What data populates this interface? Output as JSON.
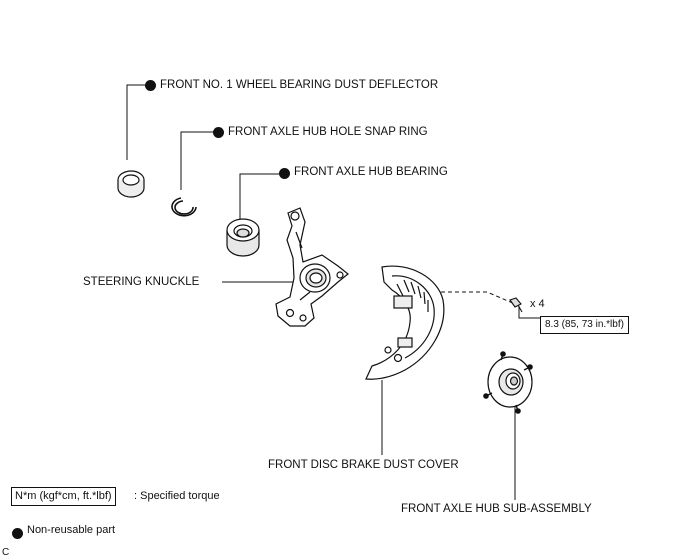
{
  "labels": {
    "dust_deflector": "FRONT NO. 1 WHEEL BEARING DUST DEFLECTOR",
    "snap_ring": "FRONT AXLE HUB HOLE SNAP RING",
    "hub_bearing": "FRONT AXLE HUB BEARING",
    "steering_knuckle": "STEERING KNUCKLE",
    "dust_cover": "FRONT DISC BRAKE DUST COVER",
    "hub_sub_assembly": "FRONT AXLE HUB SUB-ASSEMBLY",
    "bolt_count": "x 4",
    "torque_value": "8.3 (85, 73 in.*lbf)"
  },
  "legend": {
    "torque_units": "N*m (kgf*cm, ft.*lbf)",
    "torque_desc": ": Specified torque",
    "nonreusable_desc": "Non-reusable part"
  },
  "corner_mark": "C"
}
